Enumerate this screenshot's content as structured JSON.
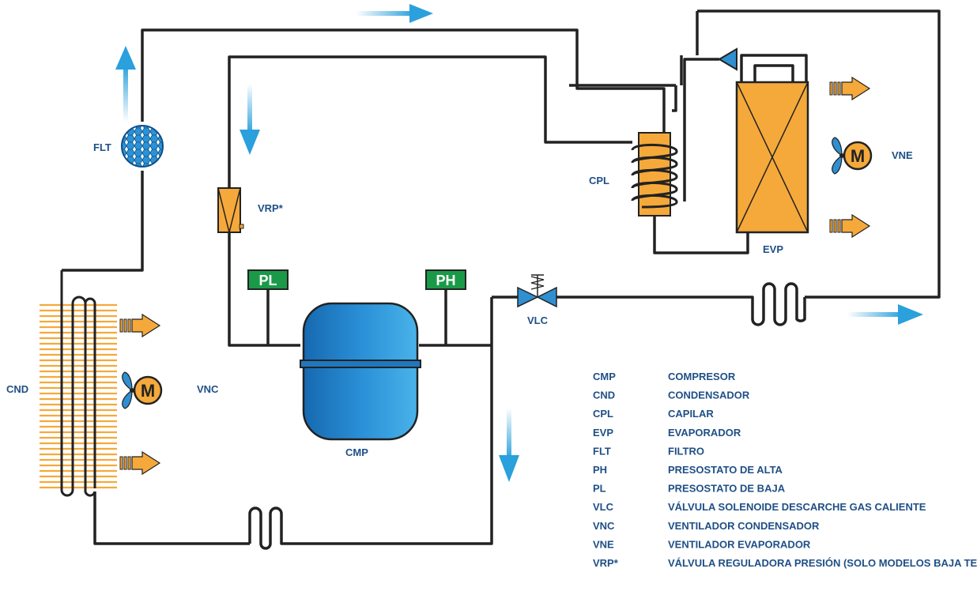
{
  "labels": {
    "flt": "FLT",
    "vrp": "VRP*",
    "cpl": "CPL",
    "vne": "VNE",
    "evp": "EVP",
    "pl": "PL",
    "ph": "PH",
    "vlc": "VLC",
    "cnd": "CND",
    "vnc": "VNC",
    "cmp": "CMP",
    "motor": "M"
  },
  "legend": [
    {
      "code": "CMP",
      "text": "COMPRESOR"
    },
    {
      "code": "CND",
      "text": "CONDENSADOR"
    },
    {
      "code": "CPL",
      "text": "CAPILAR"
    },
    {
      "code": "EVP",
      "text": "EVAPORADOR"
    },
    {
      "code": "FLT",
      "text": "FILTRO"
    },
    {
      "code": "PH",
      "text": "PRESOSTATO DE ALTA"
    },
    {
      "code": "PL",
      "text": "PRESOSTATO DE BAJA"
    },
    {
      "code": "VLC",
      "text": "VÁLVULA SOLENOIDE DESCARCHE GAS CALIENTE"
    },
    {
      "code": "VNC",
      "text": "VENTILADOR CONDENSADOR"
    },
    {
      "code": "VNE",
      "text": "VENTILADOR EVAPORADOR"
    },
    {
      "code": "VRP*",
      "text": "VÁLVULA REGULADORA PRESIÓN (SOLO MODELOS BAJA TEMP.)"
    }
  ],
  "colors": {
    "pipe": "#222222",
    "flow_arrow": "#2aa0dc",
    "component_orange": "#f5a93a",
    "air_arrow": "#f5a93a",
    "compressor_blue": "#1d7fc2",
    "pressostat_green": "#1a9a48",
    "valve_blue": "#2f8fd0",
    "label_text": "#1f4f86"
  }
}
